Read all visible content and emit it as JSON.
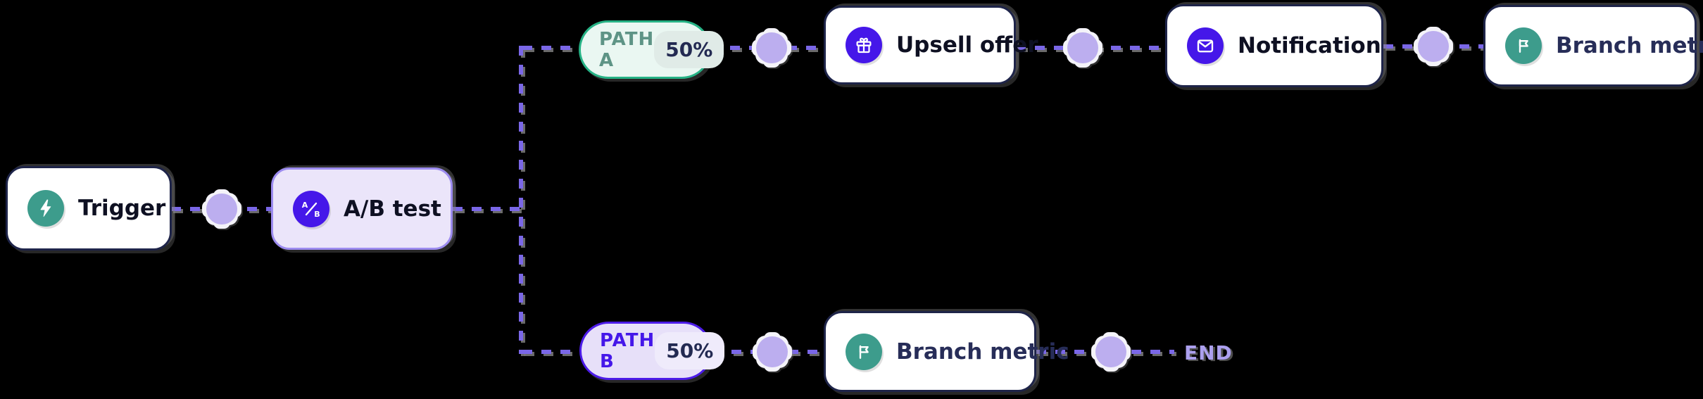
{
  "workflow": {
    "trigger": {
      "label": "Trigger",
      "icon": "lightning-bolt-icon"
    },
    "ab_test": {
      "label": "A/B test",
      "icon": "ab-split-icon"
    },
    "path_a": {
      "label": "PATH A",
      "percent": "50%"
    },
    "path_b": {
      "label": "PATH B",
      "percent": "50%"
    },
    "upsell": {
      "label": "Upsell offer",
      "icon": "gift-icon"
    },
    "notification": {
      "label": "Notification",
      "icon": "envelope-icon"
    },
    "branch_metric_a": {
      "label": "Branch metric",
      "icon": "flag-icon"
    },
    "branch_metric_b": {
      "label": "Branch metric",
      "icon": "flag-icon"
    },
    "end_label": "END"
  },
  "colors": {
    "canvas_bg": "#000000",
    "node_bg": "#ffffff",
    "node_border": "#1e2449",
    "node_text": "#0e1022",
    "branch_metric_text": "#272d58",
    "accent_purple": "#4517e9",
    "accent_teal": "#3d9c8c",
    "ab_node_bg": "#ebe5fa",
    "ab_node_border": "#9c8bef",
    "path_a_bg": "#eaf7f2",
    "path_a_border": "#26b285",
    "path_a_text": "#5e9486",
    "path_a_chip_bg": "#e0ebe7",
    "path_b_bg": "#e7e0f9",
    "path_b_border": "#4c1be8",
    "path_b_text": "#4517e9",
    "path_b_chip_bg": "#efebfb",
    "dashed_line": "#7a67e7",
    "connector_dot": "#bcaeef",
    "end_text": "#aca0ef",
    "percent_text": "#232a52"
  }
}
